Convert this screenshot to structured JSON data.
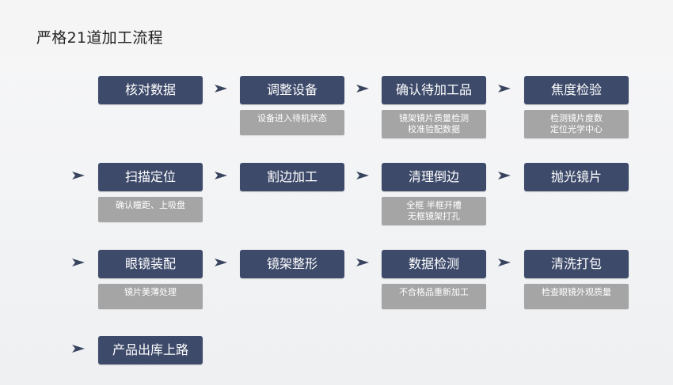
{
  "page": {
    "title": "严格21道加工流程"
  },
  "rows": [
    {
      "steps": [
        {
          "label": "核对数据",
          "note": []
        },
        {
          "label": "调整设备",
          "note": [
            "设备进入待机状态"
          ]
        },
        {
          "label": "确认待加工品",
          "note": [
            "镜架镜片质量检测",
            "校准验配数据"
          ]
        },
        {
          "label": "焦度检验",
          "note": [
            "检测镜片度数",
            "定位光学中心"
          ]
        }
      ]
    },
    {
      "steps": [
        {
          "label": "扫描定位",
          "note": [
            "确认瞳距、上吸盘"
          ]
        },
        {
          "label": "割边加工",
          "note": []
        },
        {
          "label": "清理倒边",
          "note": [
            "全框 半框开槽",
            "无框镜架打孔"
          ]
        },
        {
          "label": "抛光镜片",
          "note": []
        }
      ]
    },
    {
      "steps": [
        {
          "label": "眼镜装配",
          "note": [
            "镜片美薄处理"
          ]
        },
        {
          "label": "镜架整形",
          "note": []
        },
        {
          "label": "数据检测",
          "note": [
            "不合格品重新加工"
          ]
        },
        {
          "label": "清洗打包",
          "note": [
            "检查眼镜外观质量"
          ]
        }
      ]
    },
    {
      "steps": [
        {
          "label": "产品出库上路",
          "note": []
        }
      ]
    }
  ],
  "colors": {
    "step_box": "#3d4a6a",
    "note_box": "#a5a5a5",
    "arrow": "#39445f",
    "background": "#f1f2f4"
  }
}
